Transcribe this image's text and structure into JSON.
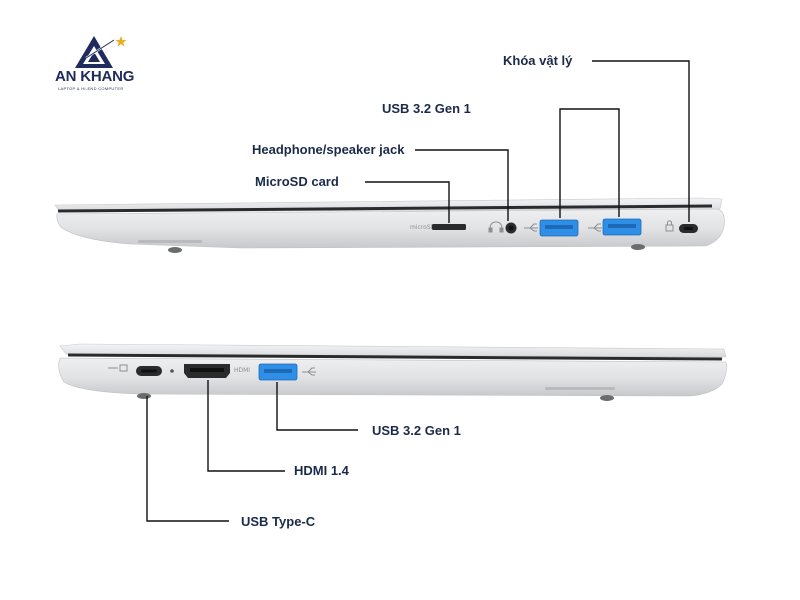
{
  "brand": {
    "name": "AN KHANG",
    "tagline": "LAPTOP & HI-END COMPUTER",
    "accent": "#1f2b5c",
    "star": "#e8b020"
  },
  "colors": {
    "laptop_body": "#e4e5e7",
    "usb_blue": "#2f8fe6",
    "label": "#1b2a4a",
    "leader_line": "#111111"
  },
  "right_side": {
    "labels": {
      "lock": "Khóa vật lý",
      "usb": "USB 3.2 Gen 1",
      "headphone": "Headphone/speaker jack",
      "microsd": "MicroSD card"
    },
    "port_marks": {
      "sd_icon_text": "microSD"
    }
  },
  "left_side": {
    "labels": {
      "usb": "USB 3.2 Gen 1",
      "hdmi": "HDMI 1.4",
      "usbc": "USB Type-C"
    },
    "port_marks": {
      "hdmi_text": "HDMI"
    }
  }
}
